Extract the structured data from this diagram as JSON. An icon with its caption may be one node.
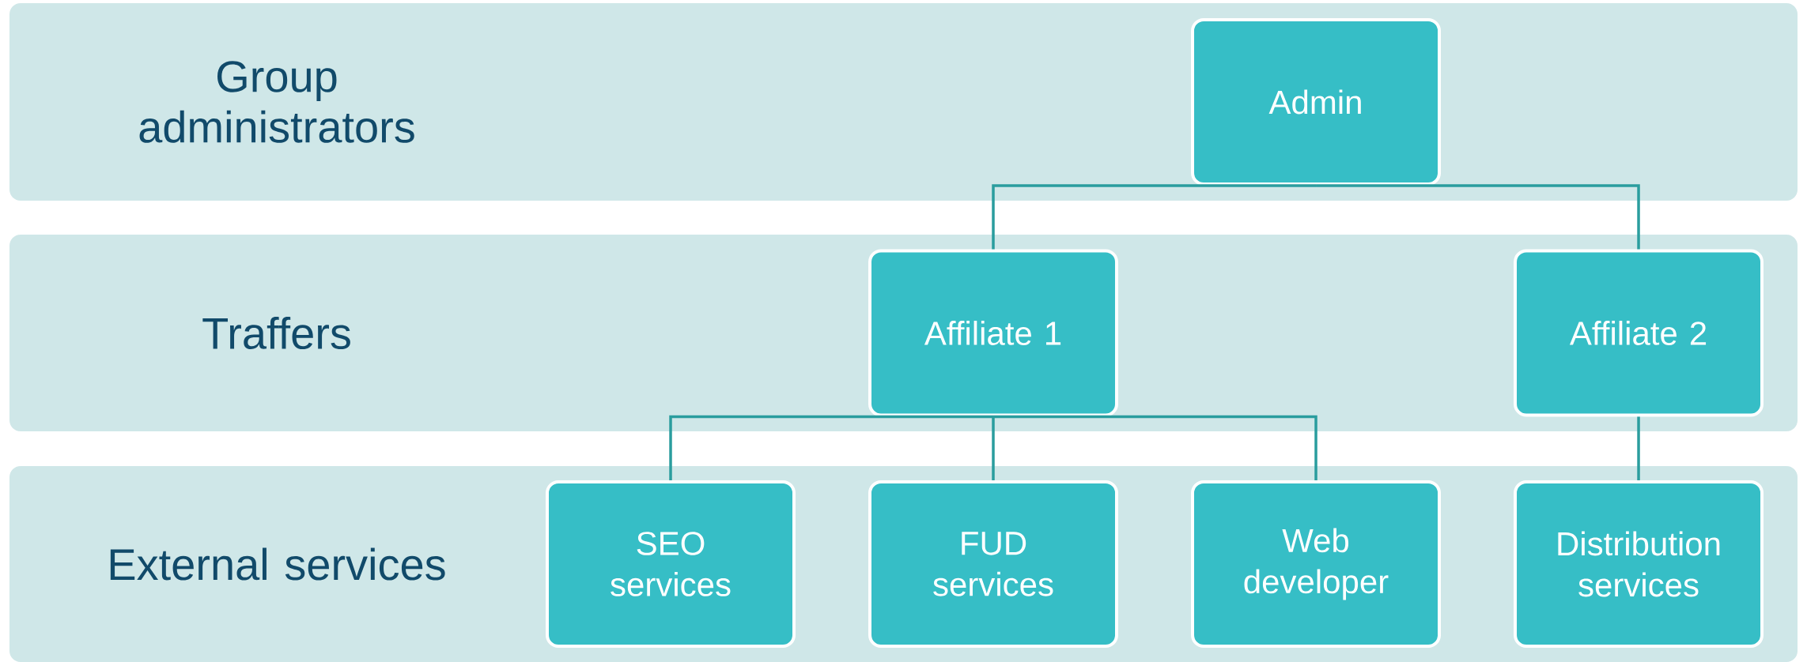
{
  "diagram": {
    "nodes": [
      {
        "text": [
          "Group administrators"
        ]
      },
      {
        "text": [
          "Admin"
        ],
        "in": 0
      },
      {
        "text": [
          "Traffers"
        ]
      },
      {
        "text": [
          "Affiliate 1"
        ],
        "in": 2
      },
      {
        "text": [
          "Affiliate 2"
        ],
        "in": 2
      },
      {
        "text": [
          "External services"
        ]
      },
      {
        "text": [
          "SEO services"
        ],
        "in": 5
      },
      {
        "text": [
          "FUD services"
        ],
        "in": 5
      },
      {
        "text": [
          "Web developer"
        ],
        "in": 5
      },
      {
        "text": [
          "Distribution services"
        ],
        "in": 5
      }
    ],
    "edges": [
      {
        "from": 1,
        "to": 3,
        "arrow": "none"
      },
      {
        "from": 1,
        "to": 4,
        "arrow": "none"
      },
      {
        "from": 3,
        "to": 6,
        "arrow": "none"
      },
      {
        "from": 3,
        "to": 7,
        "arrow": "none"
      },
      {
        "from": 3,
        "to": 8,
        "arrow": "none"
      },
      {
        "from": 4,
        "to": 9,
        "arrow": "none"
      }
    ]
  }
}
